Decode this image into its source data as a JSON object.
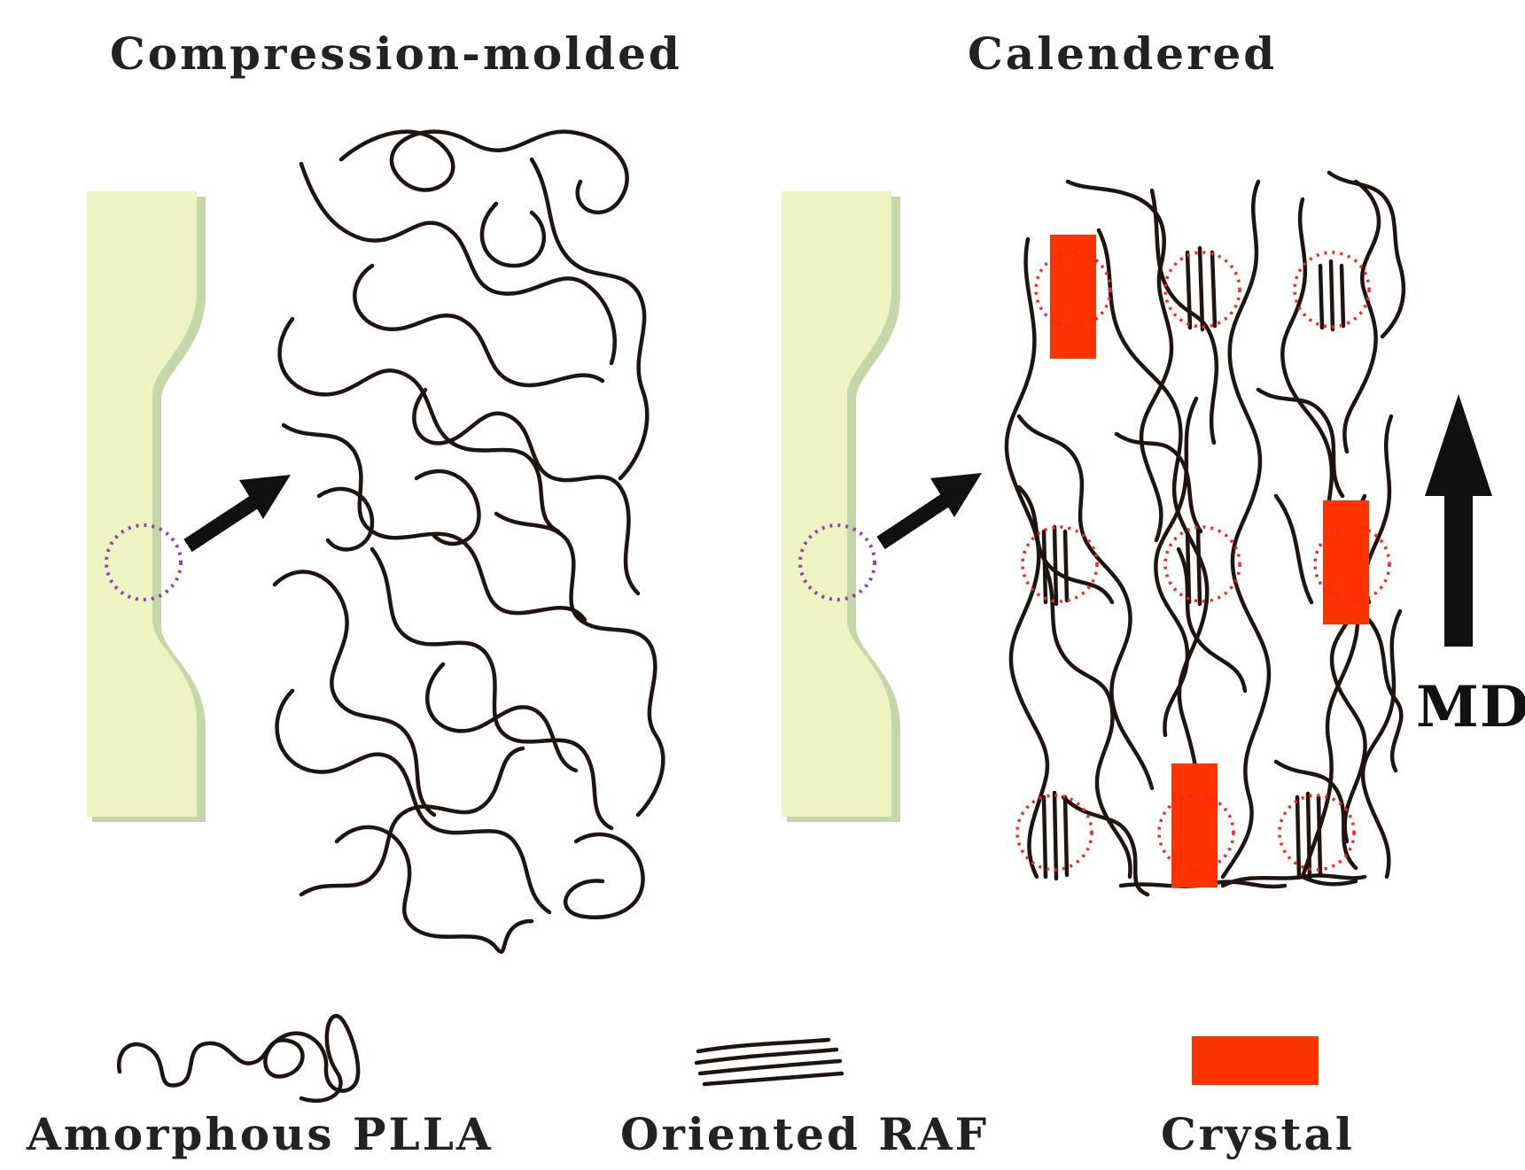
{
  "titles": {
    "left": "Compression-molded",
    "right": "Calendered"
  },
  "direction_label": "MD",
  "legend": {
    "amorphous": "Amorphous PLLA",
    "oriented": "Oriented RAF",
    "crystal": "Crystal"
  },
  "colors": {
    "specimen": "#eef3c2",
    "specimen_shadow": "#c7d6a8",
    "chain": "#1e1513",
    "crystal": "#ff3300",
    "highlight_circle_left": "#8e44ad",
    "highlight_circle_right": "#ff2222"
  }
}
